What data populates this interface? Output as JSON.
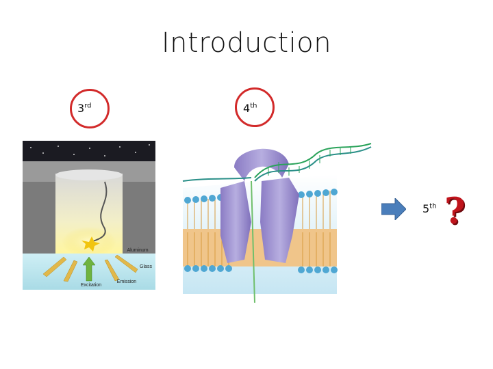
{
  "slide": {
    "title": "Introduction"
  },
  "generations": {
    "third": {
      "num": "3",
      "suffix": "rd"
    },
    "fourth": {
      "num": "4",
      "suffix": "th"
    },
    "fifth": {
      "num": "5",
      "suffix": "th"
    }
  },
  "smrt_figure": {
    "label_aluminum": "Aluminum",
    "label_glass": "Glass",
    "label_excitation": "Excitation",
    "label_emission": "Emission"
  },
  "colors": {
    "circle": "#d22a2a",
    "arrow": "#4a7ebb",
    "question": "#c0141c"
  },
  "icons": {
    "arrow": "right-arrow-icon",
    "question": "question-mark-icon"
  },
  "question_text": "?"
}
